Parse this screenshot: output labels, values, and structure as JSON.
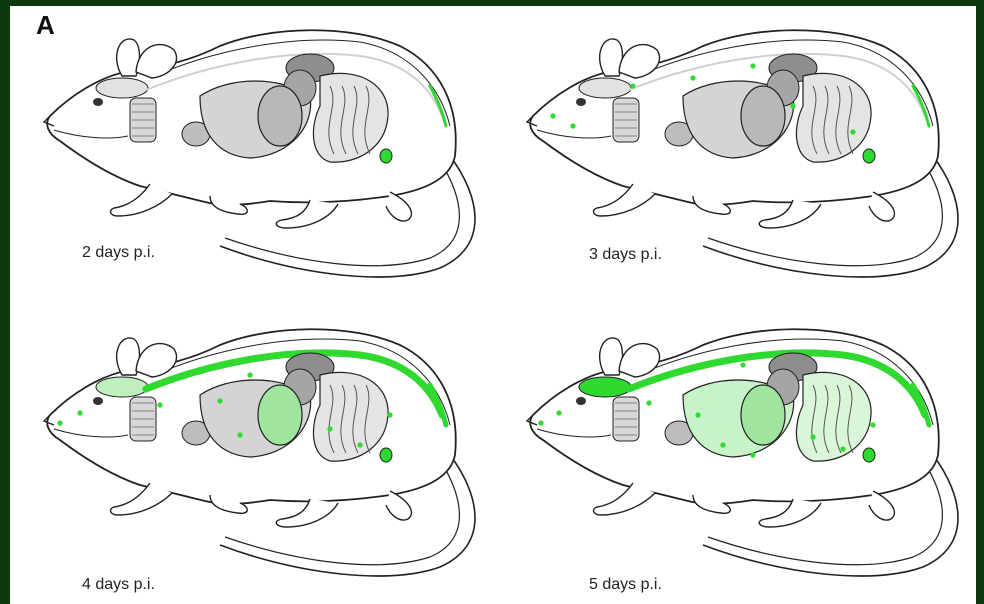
{
  "figure": {
    "panel_letter": "A",
    "highlight_color": "#2fd92f",
    "panels": [
      {
        "caption": "2 days p.i.",
        "stage": 1
      },
      {
        "caption": "3 days p.i.",
        "stage": 2
      },
      {
        "caption": "4 days p.i.",
        "stage": 3
      },
      {
        "caption": "5 days p.i.",
        "stage": 4
      }
    ]
  }
}
